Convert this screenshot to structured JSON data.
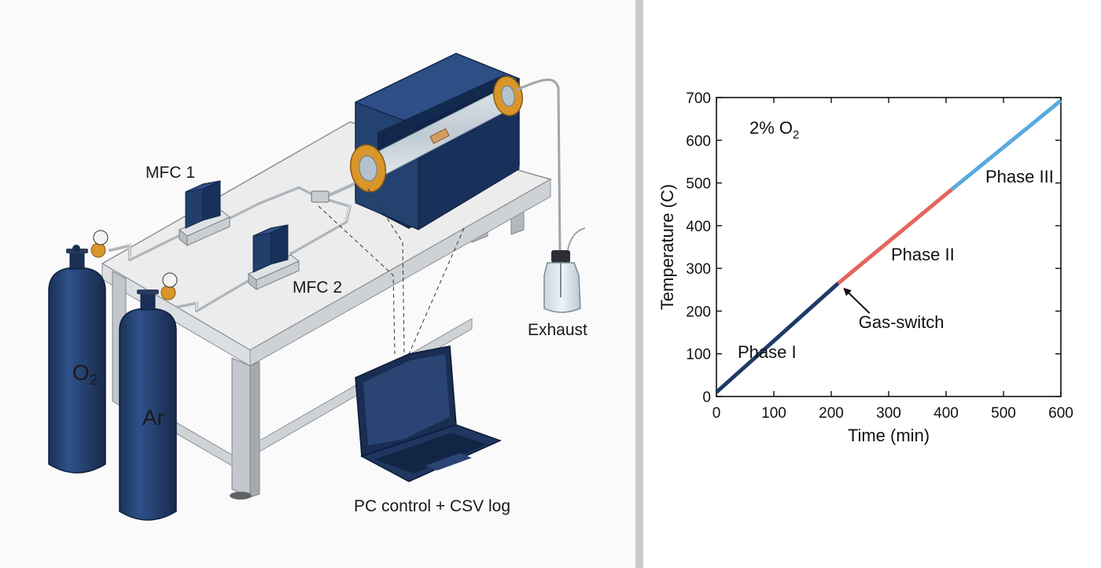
{
  "setup": {
    "cylinder_o2": "O2",
    "cylinder_ar": "Ar",
    "mfc1": "MFC 1",
    "mfc2": "MFC 2",
    "exhaust": "Exhaust",
    "pc": "PC control + CSV log",
    "colors": {
      "navy": "#1f3a66",
      "brass": "#d9962a",
      "steel": "#b9bdc2"
    }
  },
  "chart_data": {
    "type": "line",
    "annotation_gas": "2% O2",
    "xlabel": "Time (min)",
    "ylabel": "Temperature (C)",
    "xlim": [
      0,
      600
    ],
    "ylim": [
      0,
      700
    ],
    "xticks": [
      0,
      100,
      200,
      300,
      400,
      500,
      600
    ],
    "yticks": [
      0,
      100,
      200,
      300,
      400,
      500,
      600,
      700
    ],
    "grid": false,
    "series": [
      {
        "name": "Phase I",
        "color": "#1e3a66",
        "x": [
          0,
          212
        ],
        "y": [
          10,
          265
        ]
      },
      {
        "name": "Phase II",
        "color": "#e4655c",
        "x": [
          212,
          410
        ],
        "y": [
          265,
          485
        ]
      },
      {
        "name": "Phase III",
        "color": "#5aa9de",
        "x": [
          410,
          600
        ],
        "y": [
          485,
          693
        ]
      }
    ],
    "arrow_annotation": {
      "text": "Gas-switch",
      "x": 212,
      "y": 265
    }
  }
}
